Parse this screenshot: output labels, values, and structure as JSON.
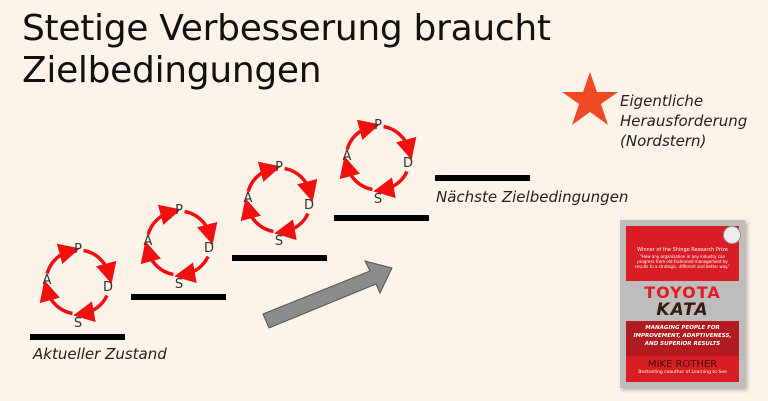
{
  "title_lines": [
    "Stetige Verbesserung braucht",
    "Zielbedingungen"
  ],
  "cycle_letters": {
    "plan": "P",
    "do": "D",
    "study": "S",
    "act": "A"
  },
  "cycle_count": 4,
  "labels": {
    "current": "Aktueller Zustand",
    "next": "Nächste Zielbedingungen",
    "north_star": [
      "Eigentliche",
      "Herausforderung",
      "(Nordstern)"
    ]
  },
  "colors": {
    "background": "#fdf3e8",
    "cycle_arrows": "#f01010",
    "star": "#f04a24",
    "progress_arrow": "#8c8c8c",
    "bars": "#000000"
  },
  "book": {
    "winner": "Winner of the Shingo Research Prize",
    "quote": "\"How any organization in any industry can progress from old-fashioned management by results to a strategic, different and better way.\"",
    "title1": "TOYOTA",
    "title2": "KATA",
    "subtitle": [
      "MANAGING PEOPLE FOR",
      "IMPROVEMENT, ADAPTIVENESS,",
      "AND SUPERIOR RESULTS"
    ],
    "author": "MIKE ROTHER",
    "author_note": "Bestselling coauthor of Learning to See"
  }
}
